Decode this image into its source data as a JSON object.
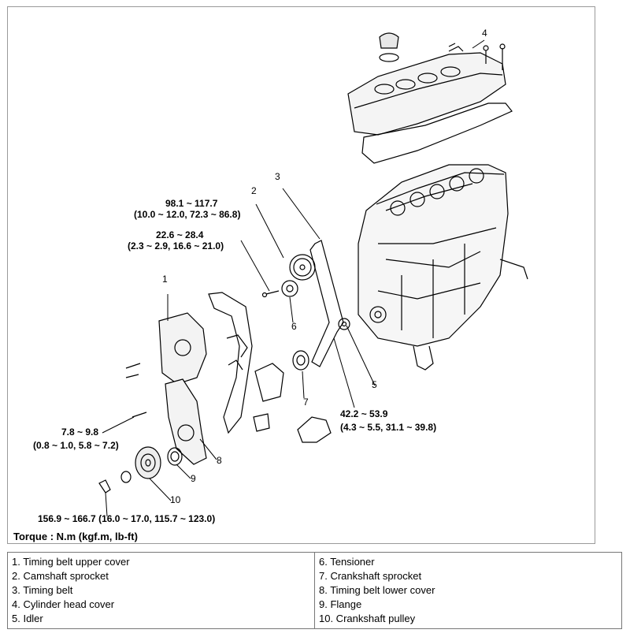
{
  "callouts": {
    "n1": "1",
    "n2": "2",
    "n3": "3",
    "n4": "4",
    "n5": "5",
    "n6": "6",
    "n7": "7",
    "n8": "8",
    "n9": "9",
    "n10": "10"
  },
  "torques": {
    "camshaft_nm": "98.1 ~ 117.7",
    "camshaft_alt": "(10.0 ~ 12.0, 72.3 ~ 86.8)",
    "tensioner_nm": "22.6 ~ 28.4",
    "tensioner_alt": "(2.3 ~ 2.9, 16.6 ~ 21.0)",
    "cover_nm": "7.8 ~ 9.8",
    "cover_alt": "(0.8 ~ 1.0, 5.8 ~ 7.2)",
    "idler_nm": "42.2 ~ 53.9",
    "idler_alt": "(4.3 ~ 5.5, 31.1 ~ 39.8)",
    "pulley": "156.9 ~ 166.7 (16.0 ~ 17.0, 115.7 ~ 123.0)"
  },
  "torque_note": "Torque : N.m (kgf.m, lb-ft)",
  "legend": {
    "left": [
      "1. Timing belt upper cover",
      "2. Camshaft sprocket",
      "3. Timing belt",
      "4. Cylinder head cover",
      "5. Idler"
    ],
    "right": [
      "6. Tensioner",
      "7. Crankshaft sprocket",
      "8. Timing belt lower cover",
      "9. Flange",
      "10. Crankshaft pulley"
    ]
  }
}
